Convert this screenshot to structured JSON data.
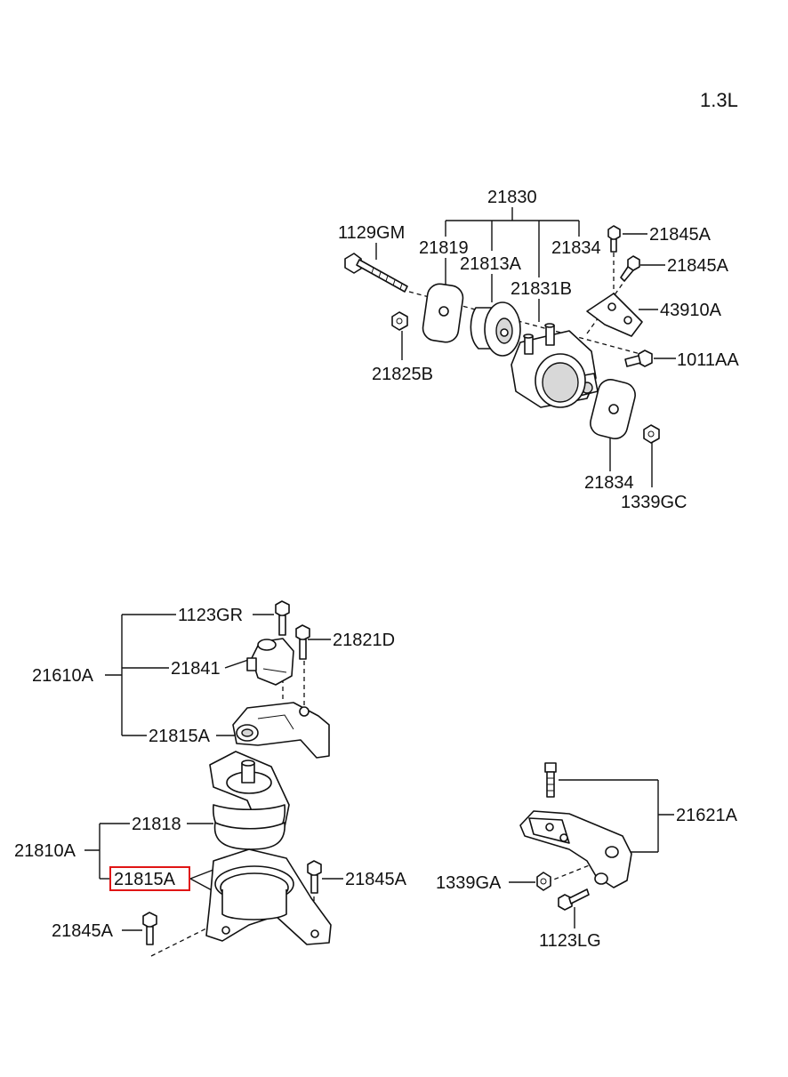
{
  "engine": "1.3L",
  "labels": {
    "p21830": "21830",
    "p1129GM": "1129GM",
    "p21819": "21819",
    "p21813A": "21813A",
    "p21834_top": "21834",
    "p21845A_1": "21845A",
    "p21845A_2": "21845A",
    "p21831B": "21831B",
    "p43910A": "43910A",
    "p21825B": "21825B",
    "p1011AA": "1011AA",
    "p21834_bot": "21834",
    "p1339GC": "1339GC",
    "p1123GR": "1123GR",
    "p21821D": "21821D",
    "p21610A": "21610A",
    "p21841": "21841",
    "p21815A_1": "21815A",
    "p21818": "21818",
    "p21810A": "21810A",
    "p21815A_2": "21815A",
    "p21845A_3": "21845A",
    "p21845A_4": "21845A",
    "p21621A": "21621A",
    "p1339GA": "1339GA",
    "p1123LG": "1123LG"
  },
  "highlight": {
    "part": "21815A",
    "color": "#e01515"
  }
}
